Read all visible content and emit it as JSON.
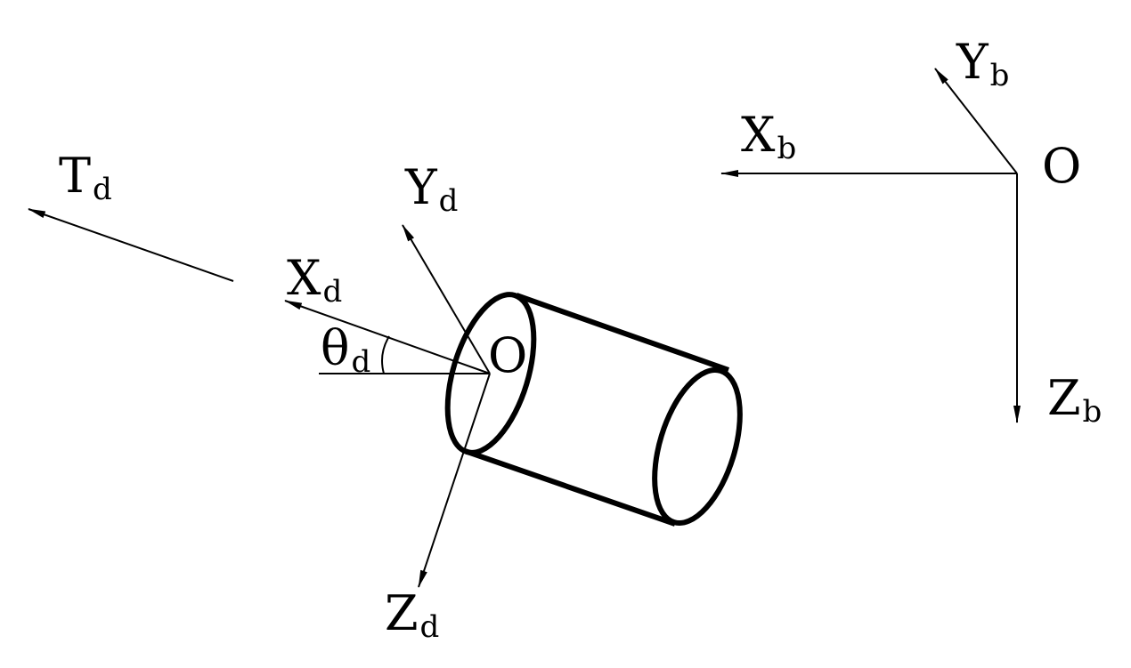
{
  "colors": {
    "line": "#000000",
    "background": "#ffffff"
  },
  "thrust_vector": {
    "letter": "T",
    "subscript": "d"
  },
  "device_frame": {
    "x_axis": {
      "letter": "X",
      "subscript": "d"
    },
    "y_axis": {
      "letter": "Y",
      "subscript": "d"
    },
    "z_axis": {
      "letter": "Z",
      "subscript": "d"
    },
    "origin": "O",
    "angle": {
      "letter": "θ",
      "subscript": "d"
    }
  },
  "body_frame": {
    "x_axis": {
      "letter": "X",
      "subscript": "b"
    },
    "y_axis": {
      "letter": "Y",
      "subscript": "b"
    },
    "z_axis": {
      "letter": "Z",
      "subscript": "b"
    },
    "origin": "O"
  }
}
